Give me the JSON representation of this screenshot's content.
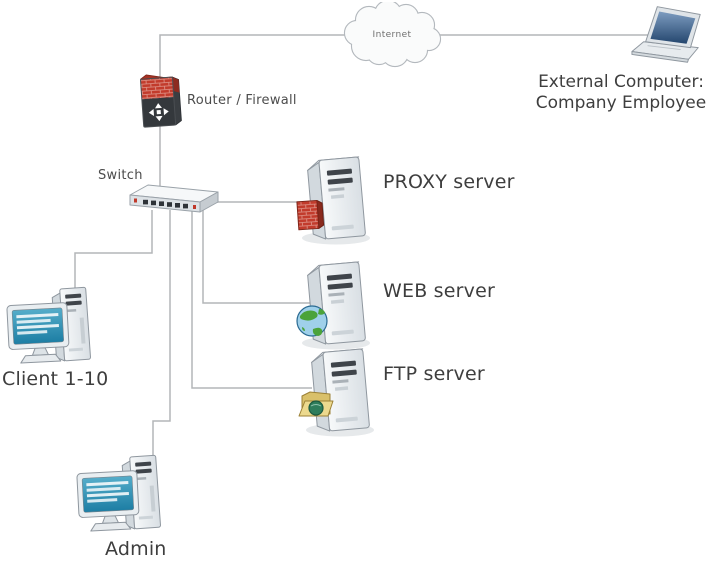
{
  "diagram": {
    "type": "network-topology",
    "internet": {
      "label": "Internet"
    },
    "external_computer": {
      "label": "External Computer:\nCompany Employee"
    },
    "router_firewall": {
      "label": "Router / Firewall"
    },
    "switch": {
      "label": "Switch"
    },
    "proxy_server": {
      "label": "PROXY server"
    },
    "web_server": {
      "label": "WEB server"
    },
    "ftp_server": {
      "label": "FTP server"
    },
    "client": {
      "label": "Client 1-10"
    },
    "admin": {
      "label": "Admin"
    },
    "colors": {
      "connector_line": "#b4b6b8",
      "label_text": "#3e3e3e",
      "small_label_text": "#4c4c4c",
      "brick_red": "#c23b2c",
      "firewall_dark": "#34383c",
      "monitor_screen_teal": "#2f93b5",
      "laptop_screen_blue": "#33567f",
      "device_fill": "#e9edf0",
      "device_outline": "#8f979f",
      "globe_green": "#4ba33a",
      "globe_blue": "#3f8fc0",
      "folder_yellow": "#e6cf7d"
    }
  }
}
